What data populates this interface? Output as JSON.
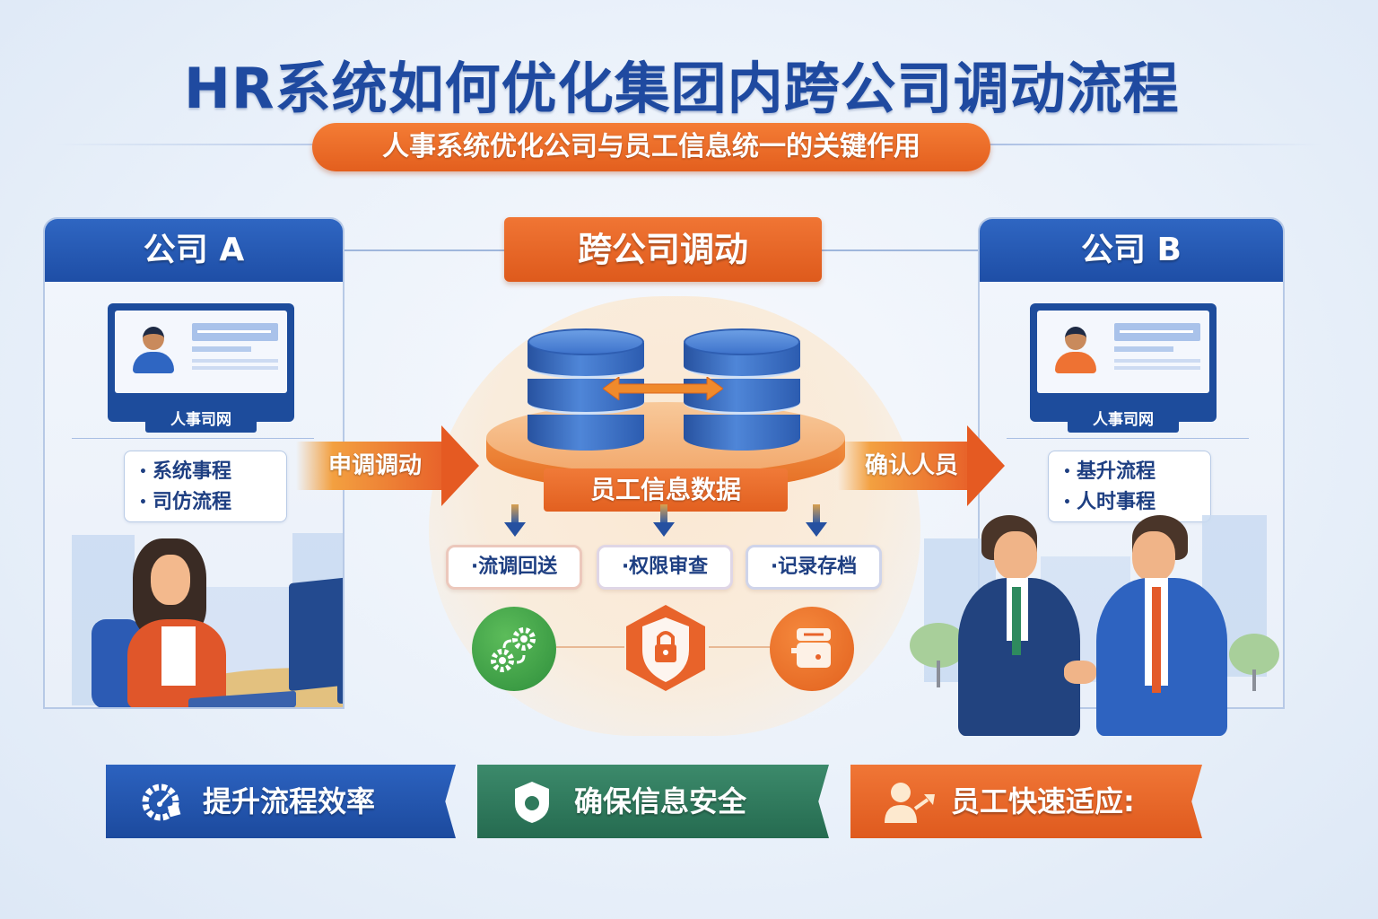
{
  "title": "HR系统如何优化集团内跨公司调动流程",
  "subtitle": "人事系统优化公司与员工信息统一的关键作用",
  "company_a": {
    "header": "公司 A",
    "monitor_label": "人事司网",
    "features": [
      "系统事程",
      "司仿流程"
    ],
    "avatar_color": "#2f66c2"
  },
  "company_b": {
    "header": "公司 B",
    "monitor_label": "人事司网",
    "features": [
      "基升流程",
      "人时事程"
    ],
    "avatar_color": "#ee7233"
  },
  "center": {
    "title": "跨公司调动",
    "database_label": "员工信息数据",
    "sync_icon": "bidirectional-arrow-icon",
    "inbound_arrow_label": "申调调动",
    "outbound_arrow_label": "确认人员",
    "functions": [
      {
        "label": "·流调回送",
        "icon": "gears-sync-icon",
        "color": "#3fa34d"
      },
      {
        "label": "·权限审查",
        "icon": "shield-lock-icon",
        "color": "#e8632a"
      },
      {
        "label": "·记录存档",
        "icon": "document-archive-icon",
        "color": "#ee6f25"
      }
    ]
  },
  "banners": [
    {
      "label": "提升流程效率",
      "icon": "gear-gauge-icon",
      "color": "#2458b0"
    },
    {
      "label": "确保信息安全",
      "icon": "shield-icon",
      "color": "#2f7a5c"
    },
    {
      "label": "员工快速适应:",
      "icon": "user-arrow-icon",
      "color": "#e8642a"
    }
  ],
  "colors": {
    "primary_blue": "#1f4aa0",
    "accent_orange": "#e35f1e",
    "green": "#2f7a5c",
    "background": "#eaf1fa"
  }
}
